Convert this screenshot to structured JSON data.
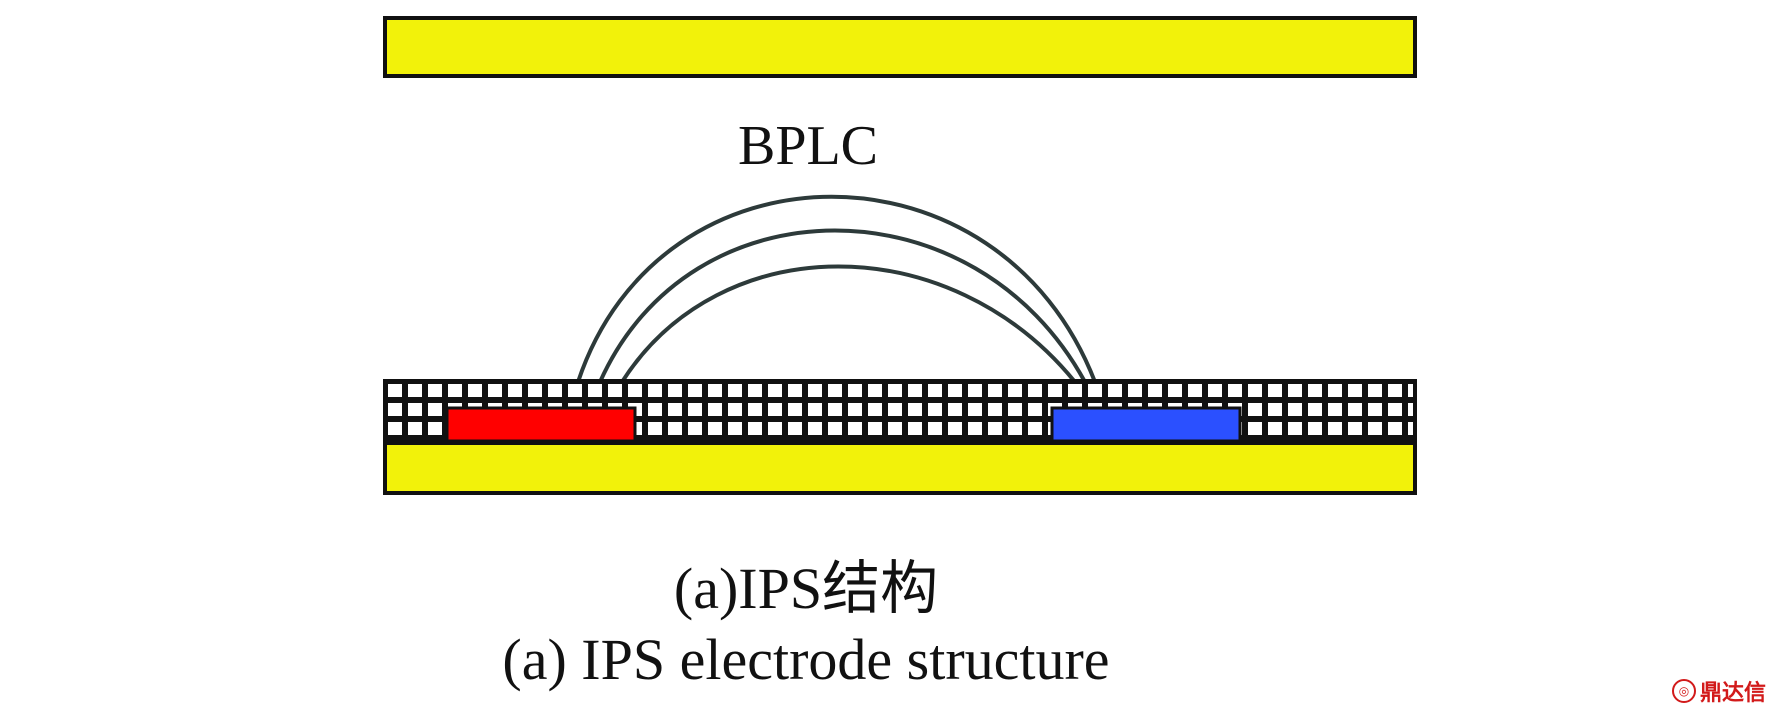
{
  "diagram": {
    "lc_label": "BPLC",
    "colors": {
      "substrate": "#f2f20a",
      "electrode_left": "#ff0000",
      "electrode_right": "#2b50ff",
      "outline": "#111111",
      "field_line": "#2d3a3a"
    },
    "field_line_count": 3
  },
  "captions": {
    "chinese": "(a)IPS结构",
    "english": "(a) IPS electrode structure"
  },
  "watermark": {
    "icon": "seal-icon",
    "text": "鼎达信"
  }
}
